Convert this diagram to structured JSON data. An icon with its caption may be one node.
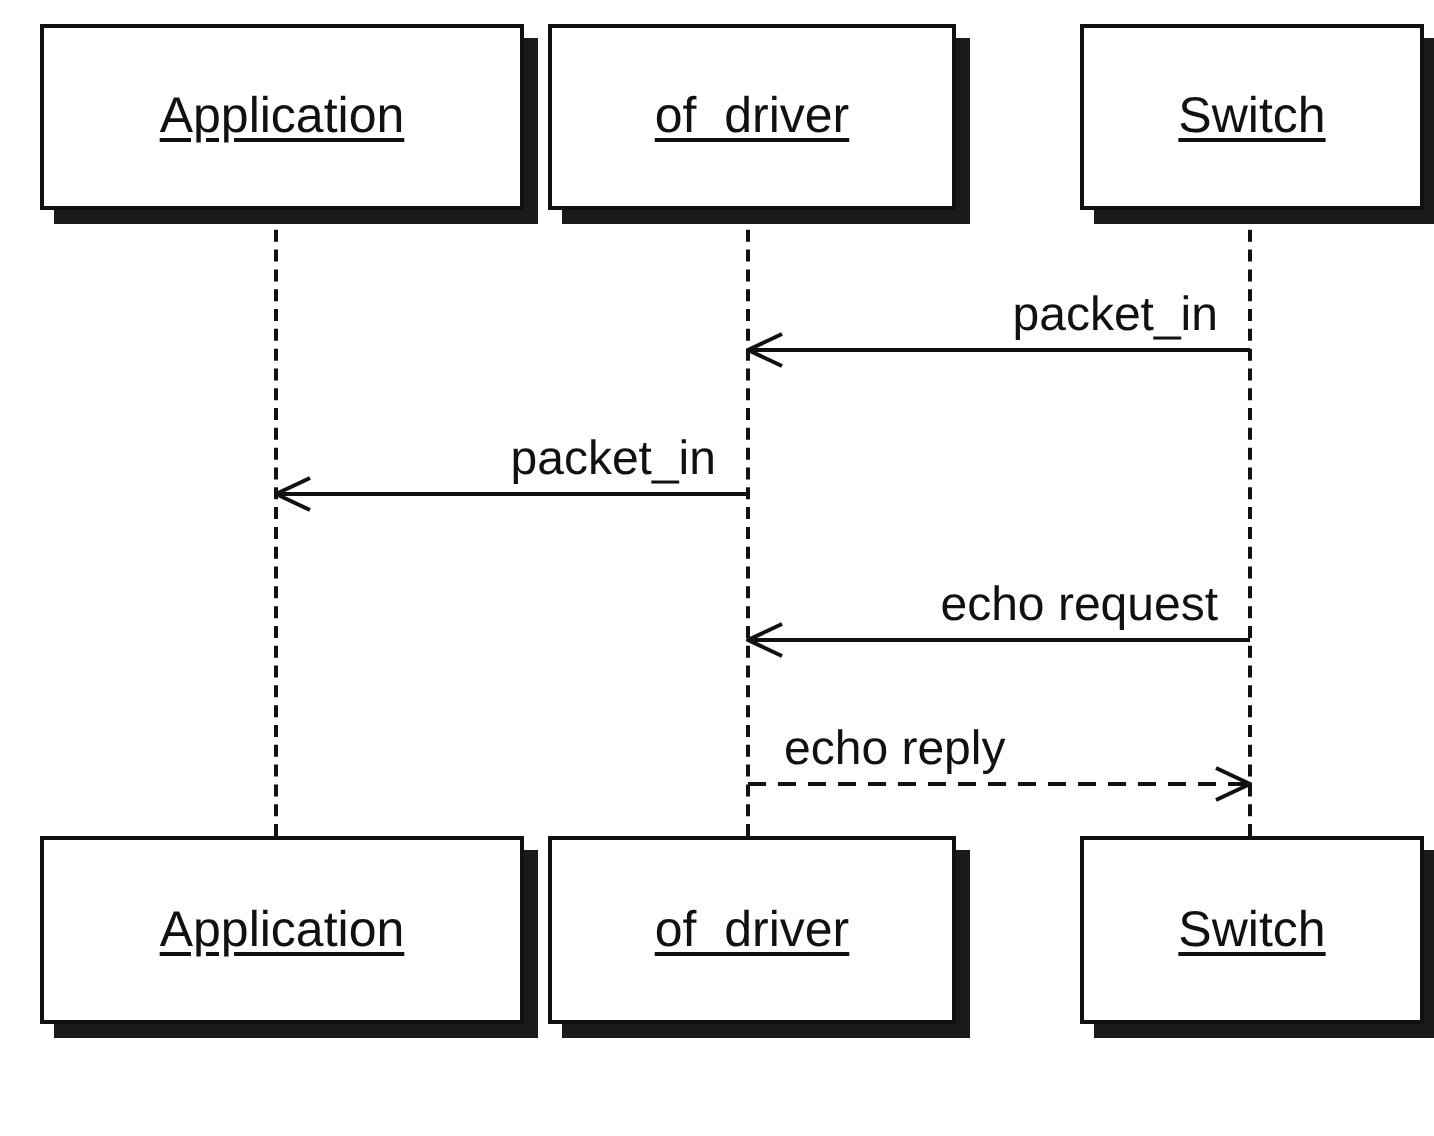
{
  "diagram": {
    "nodes": [
      {
        "text": [
          "Application"
        ]
      },
      {
        "text": [
          "of_driver"
        ]
      },
      {
        "text": [
          "Switch"
        ]
      },
      {
        "text": [],
        "shape": "line"
      },
      {
        "text": [],
        "shape": "line"
      },
      {
        "text": [],
        "shape": "line"
      },
      {
        "text": [
          "Application"
        ]
      },
      {
        "text": [
          "of_driver"
        ]
      },
      {
        "text": [
          "Switch"
        ]
      }
    ],
    "edges": [
      {
        "from": 5,
        "to": 4,
        "arrow": "to",
        "label": "packet_in"
      },
      {
        "from": 4,
        "to": 3,
        "arrow": "to",
        "label": "packet_in"
      },
      {
        "from": 5,
        "to": 4,
        "arrow": "to",
        "label": "echo request"
      },
      {
        "from": 4,
        "to": 5,
        "arrow": "to",
        "label": "echo reply",
        "style": "dashed"
      }
    ]
  }
}
